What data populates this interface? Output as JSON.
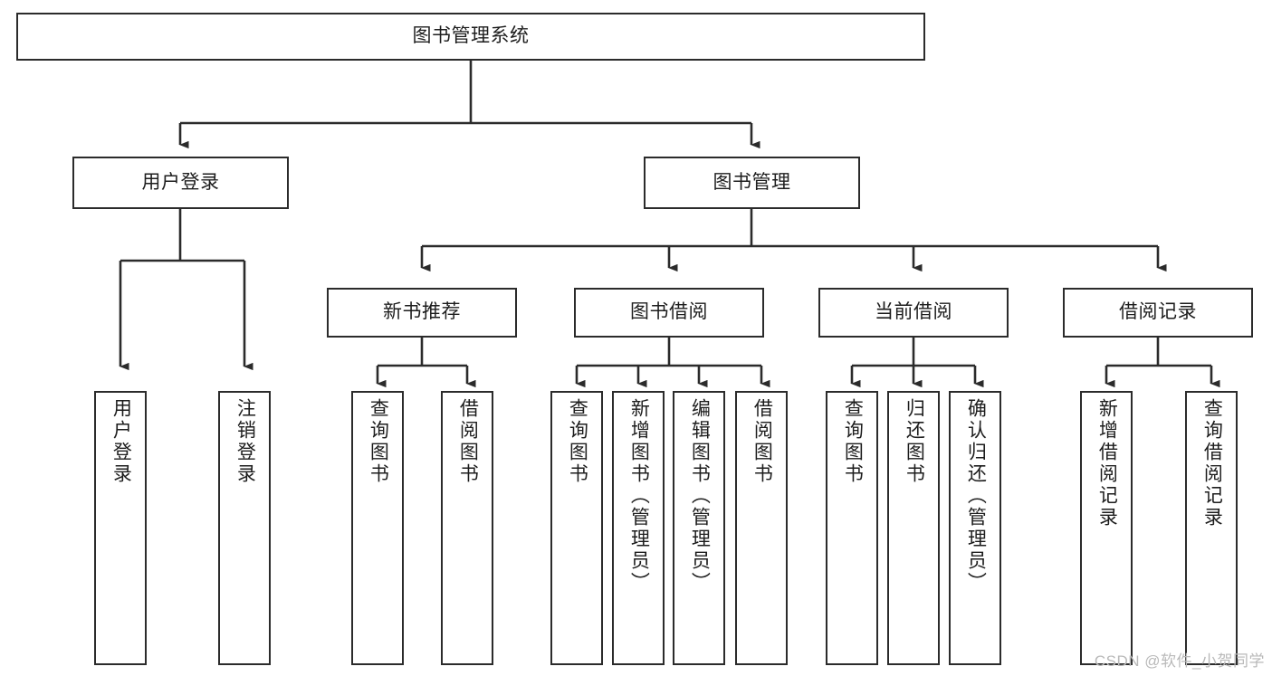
{
  "diagram": {
    "title": "图书管理系统",
    "type": "tree-hierarchy-chart",
    "stroke_color": "#2b2b2b",
    "fill_color": "#ffffff",
    "text_color": "#1d1d1d",
    "watermark": "CSDN @软件_小贺同学"
  },
  "nodes": {
    "root": {
      "label": "图书管理系统"
    },
    "level1": [
      {
        "label": "用户登录"
      },
      {
        "label": "图书管理"
      }
    ],
    "level2": [
      {
        "label": "新书推荐"
      },
      {
        "label": "图书借阅"
      },
      {
        "label": "当前借阅"
      },
      {
        "label": "借阅记录"
      }
    ],
    "leaves": {
      "user_login": [
        {
          "label": "用户登录"
        },
        {
          "label": "注销登录"
        }
      ],
      "new_book": [
        {
          "label": "查询图书"
        },
        {
          "label": "借阅图书"
        }
      ],
      "book_borrow": [
        {
          "label": "查询图书"
        },
        {
          "label": "新增图书（管理员）"
        },
        {
          "label": "编辑图书（管理员）"
        },
        {
          "label": "借阅图书"
        }
      ],
      "current_borrow": [
        {
          "label": "查询图书"
        },
        {
          "label": "归还图书"
        },
        {
          "label": "确认归还（管理员）"
        }
      ],
      "borrow_record": [
        {
          "label": "新增借阅记录"
        },
        {
          "label": "查询借阅记录"
        }
      ]
    }
  }
}
